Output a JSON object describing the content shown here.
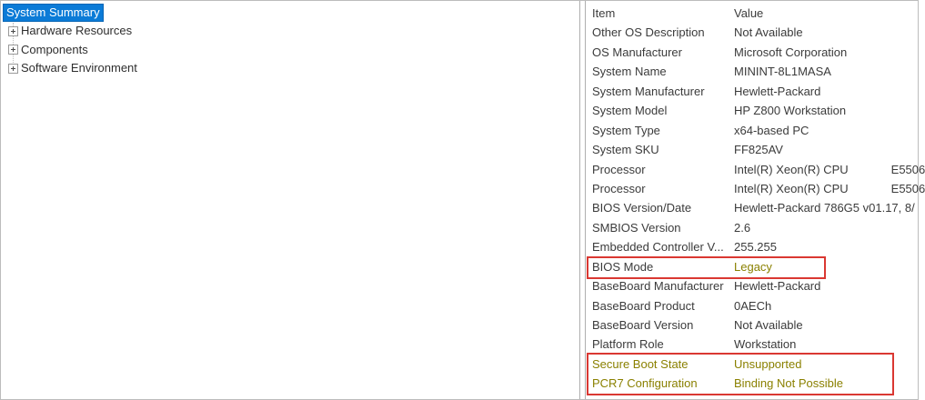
{
  "tree": {
    "items": [
      {
        "label": "System Summary",
        "selected": true,
        "expandable": false
      },
      {
        "label": "Hardware Resources",
        "selected": false,
        "expandable": true
      },
      {
        "label": "Components",
        "selected": false,
        "expandable": true
      },
      {
        "label": "Software Environment",
        "selected": false,
        "expandable": true
      }
    ]
  },
  "table": {
    "columns": [
      "Item",
      "Value"
    ],
    "rows": [
      {
        "item": "Other OS Description",
        "value": "Not Available"
      },
      {
        "item": "OS Manufacturer",
        "value": "Microsoft Corporation"
      },
      {
        "item": "System Name",
        "value": "MININT-8L1MASA"
      },
      {
        "item": "System Manufacturer",
        "value": "Hewlett-Packard"
      },
      {
        "item": "System Model",
        "value": "HP Z800 Workstation"
      },
      {
        "item": "System Type",
        "value": "x64-based PC"
      },
      {
        "item": "System SKU",
        "value": "FF825AV"
      },
      {
        "item": "Processor",
        "value": "Intel(R) Xeon(R) CPU             E5506"
      },
      {
        "item": "Processor",
        "value": "Intel(R) Xeon(R) CPU             E5506"
      },
      {
        "item": "BIOS Version/Date",
        "value": "Hewlett-Packard 786G5 v01.17, 8/"
      },
      {
        "item": "SMBIOS Version",
        "value": "2.6"
      },
      {
        "item": "Embedded Controller V...",
        "value": "255.255"
      },
      {
        "item": "BIOS Mode",
        "value": "Legacy",
        "value_olive": true
      },
      {
        "item": "BaseBoard Manufacturer",
        "value": "Hewlett-Packard"
      },
      {
        "item": "BaseBoard Product",
        "value": "0AECh"
      },
      {
        "item": "BaseBoard Version",
        "value": "Not Available"
      },
      {
        "item": "Platform Role",
        "value": "Workstation"
      },
      {
        "item": "Secure Boot State",
        "value": "Unsupported",
        "item_olive": true,
        "value_olive": true
      },
      {
        "item": "PCR7 Configuration",
        "value": "Binding Not Possible",
        "item_olive": true,
        "value_olive": true
      }
    ]
  },
  "annotations": {
    "red_boxes": [
      "BIOS Mode row",
      "Secure Boot State and PCR7 Configuration rows"
    ]
  },
  "colors": {
    "selection_blue": "#0b7bd7",
    "highlight_olive": "#8a8000",
    "annotation_red": "#da3832"
  }
}
